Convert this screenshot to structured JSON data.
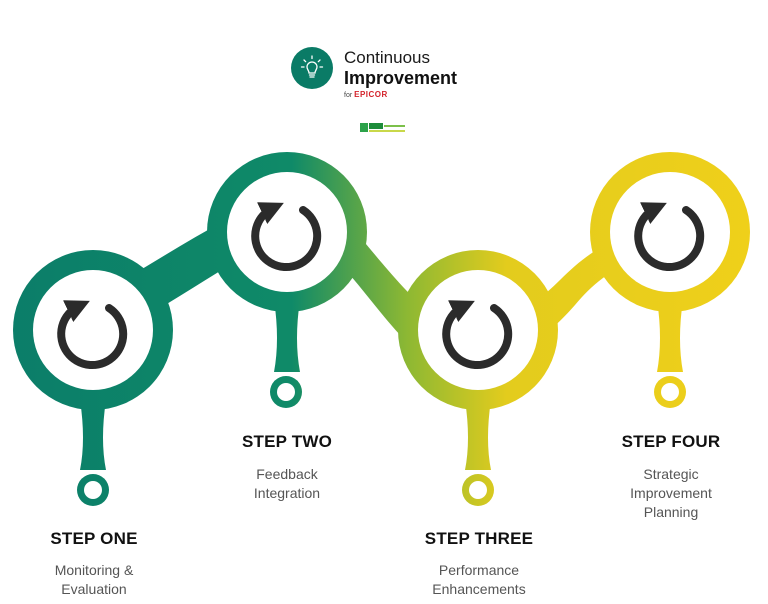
{
  "brand": {
    "title_line1": "Continuous",
    "title_line2": "Improvement",
    "for_label": "for",
    "company": "EPICOR",
    "badge_icon": "lightbulb-icon",
    "partner_mark": "icm-logo"
  },
  "colors": {
    "green": "#0a8068",
    "lime": "#8bb735",
    "yellow": "#eccf18",
    "arrow": "#2b2b2b"
  },
  "steps": [
    {
      "title": "STEP ONE",
      "desc": [
        "Monitoring &",
        "Evaluation"
      ],
      "icon": "refresh-icon"
    },
    {
      "title": "STEP TWO",
      "desc": [
        "Feedback",
        "Integration"
      ],
      "icon": "refresh-icon"
    },
    {
      "title": "STEP THREE",
      "desc": [
        "Performance",
        "Enhancements"
      ],
      "icon": "refresh-icon"
    },
    {
      "title": "STEP FOUR",
      "desc": [
        "Strategic",
        "Improvement",
        "Planning"
      ],
      "icon": "refresh-icon"
    }
  ]
}
